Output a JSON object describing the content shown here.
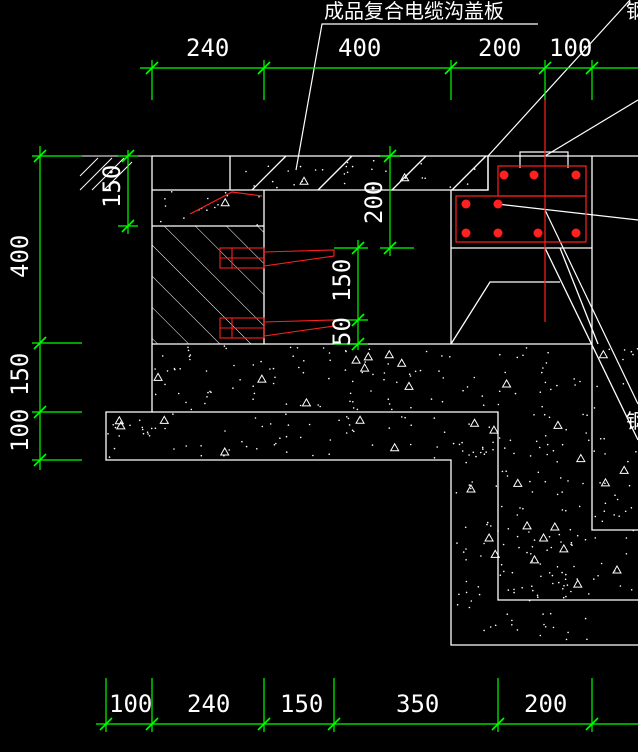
{
  "drawing": {
    "cover_plate_label": "成品复合电缆沟盖板",
    "edge_label_top": "钢",
    "edge_label_right": "钢"
  },
  "dimensions": {
    "top": [
      "240",
      "400",
      "200",
      "100"
    ],
    "left": [
      "400",
      "150",
      "100"
    ],
    "inner": [
      "150",
      "200",
      "150",
      "50"
    ],
    "bottom": [
      "100",
      "240",
      "150",
      "350",
      "200"
    ]
  },
  "colors": {
    "background": "#000000",
    "outline": "#ffffff",
    "dimension": "#00ff00",
    "rebar": "#ff2020"
  }
}
